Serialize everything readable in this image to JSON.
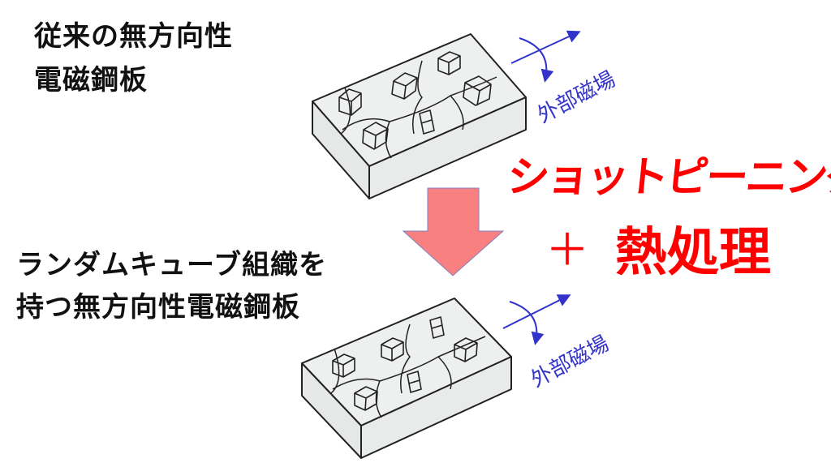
{
  "top_label": {
    "line1": "従来の無方向性",
    "line2": "電磁鋼板"
  },
  "bottom_label": {
    "line1": "ランダムキューブ組織を",
    "line2": "持つ無方向性電磁鋼板"
  },
  "process": {
    "line1": "ショットピーニング",
    "plus": "＋",
    "line2": "熱処理"
  },
  "field_label_top": "外部磁場",
  "field_label_bottom": "外部磁場",
  "colors": {
    "process_text": "#ff0000",
    "arrow_fill": "#f88080",
    "field_arrow": "#3333cc"
  }
}
